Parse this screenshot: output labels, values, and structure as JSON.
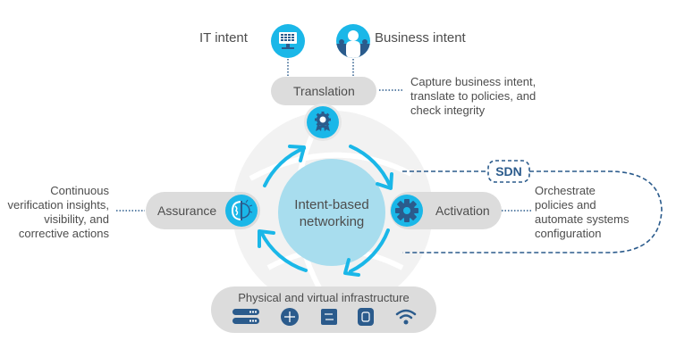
{
  "top": {
    "it_intent": {
      "label": "IT intent",
      "icon": "monitor-icon"
    },
    "business_intent": {
      "label": "Business intent",
      "icon": "person-icon"
    }
  },
  "translation": {
    "label": "Translation",
    "icon": "gear-ribbon-icon",
    "description": [
      "Capture business intent,",
      "translate to policies, and",
      "check integrity"
    ]
  },
  "assurance": {
    "label": "Assurance",
    "icon": "brain-lightbulb-icon",
    "description": [
      "Continuous",
      "verification insights,",
      "visibility, and",
      "corrective actions"
    ]
  },
  "activation": {
    "label": "Activation",
    "icon": "gear-icon",
    "description": [
      "Orchestrate",
      "policies and",
      "automate systems",
      "configuration"
    ]
  },
  "center": {
    "lines": [
      "Intent-based",
      "networking"
    ]
  },
  "sdn": {
    "label": "SDN"
  },
  "infrastructure": {
    "label": "Physical and virtual infrastructure",
    "icons": [
      "server-icon",
      "router-icon",
      "switch-icon",
      "chip-icon",
      "wifi-icon"
    ]
  },
  "colors": {
    "accent": "#1ab7e8",
    "dark_blue": "#2b5b8c",
    "pill_gray": "#dcdcdc",
    "center_fill": "#a8ddee"
  }
}
